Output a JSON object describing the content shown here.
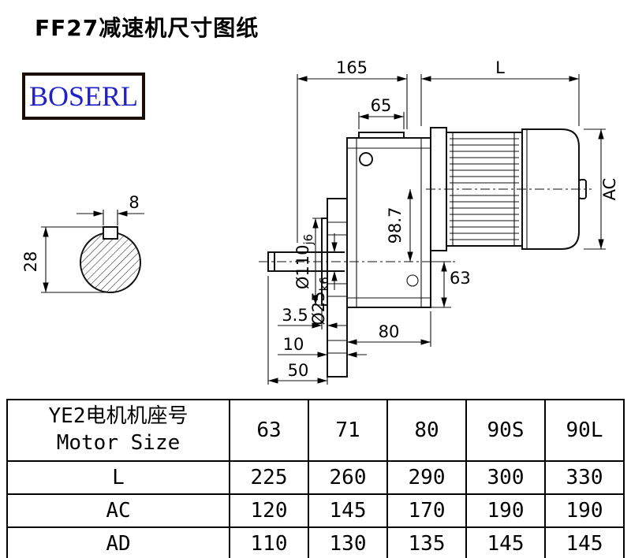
{
  "page": {
    "title": "FF27减速机尺寸图纸",
    "brand": "BOSERL"
  },
  "drawing": {
    "dim_165": "165",
    "dim_L": "L",
    "dim_65": "65",
    "dim_AC": "AC",
    "dim_d110_main": "Ø110",
    "dim_d110_tol": "j6",
    "dim_d25_main": "Ø25",
    "dim_d25_tol": "k6",
    "dim_98_7": "98.7",
    "dim_63": "63",
    "dim_3_5": "3.5",
    "dim_80": "80",
    "dim_10": "10",
    "dim_50": "50",
    "dim_8": "8",
    "dim_28": "28"
  },
  "table": {
    "header": {
      "label_line1": "YE2电机机座号",
      "label_line2": "Motor Size",
      "sizes": [
        "63",
        "71",
        "80",
        "90S",
        "90L"
      ]
    },
    "rows": [
      {
        "label": "L",
        "values": [
          "225",
          "260",
          "290",
          "300",
          "330"
        ]
      },
      {
        "label": "AC",
        "values": [
          "120",
          "145",
          "170",
          "190",
          "190"
        ]
      },
      {
        "label": "AD",
        "values": [
          "110",
          "130",
          "135",
          "145",
          "145"
        ]
      }
    ]
  }
}
